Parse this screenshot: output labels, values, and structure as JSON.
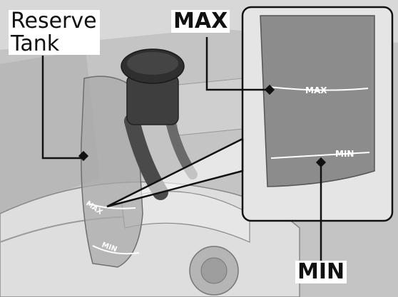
{
  "callouts": {
    "reserve_tank": "Reserve\nTank",
    "max": "MAX",
    "min": "MIN"
  },
  "tank_markings": {
    "max": "MAX",
    "min": "MIN",
    "inset_max": "MAX",
    "inset_min": "MIN"
  },
  "colors": {
    "background": "#c9c9c9",
    "leader_line": "#111111",
    "label_bg": "#ffffff"
  }
}
